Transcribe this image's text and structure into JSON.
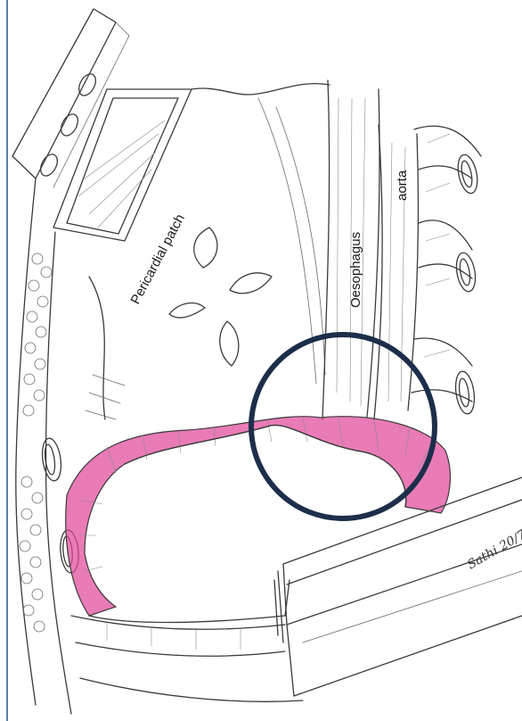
{
  "labels": {
    "pericardial_patch": "Pericardial patch",
    "oesophagus": "Oesophagus",
    "aorta": "aorta",
    "signature": "Sathi 20/7"
  },
  "colors": {
    "diaphragm_muscle": "#e0489a",
    "highlight_circle": "#1c2e4a",
    "pencil": "#3a3a3a",
    "border_line": "#5b7fa6"
  }
}
